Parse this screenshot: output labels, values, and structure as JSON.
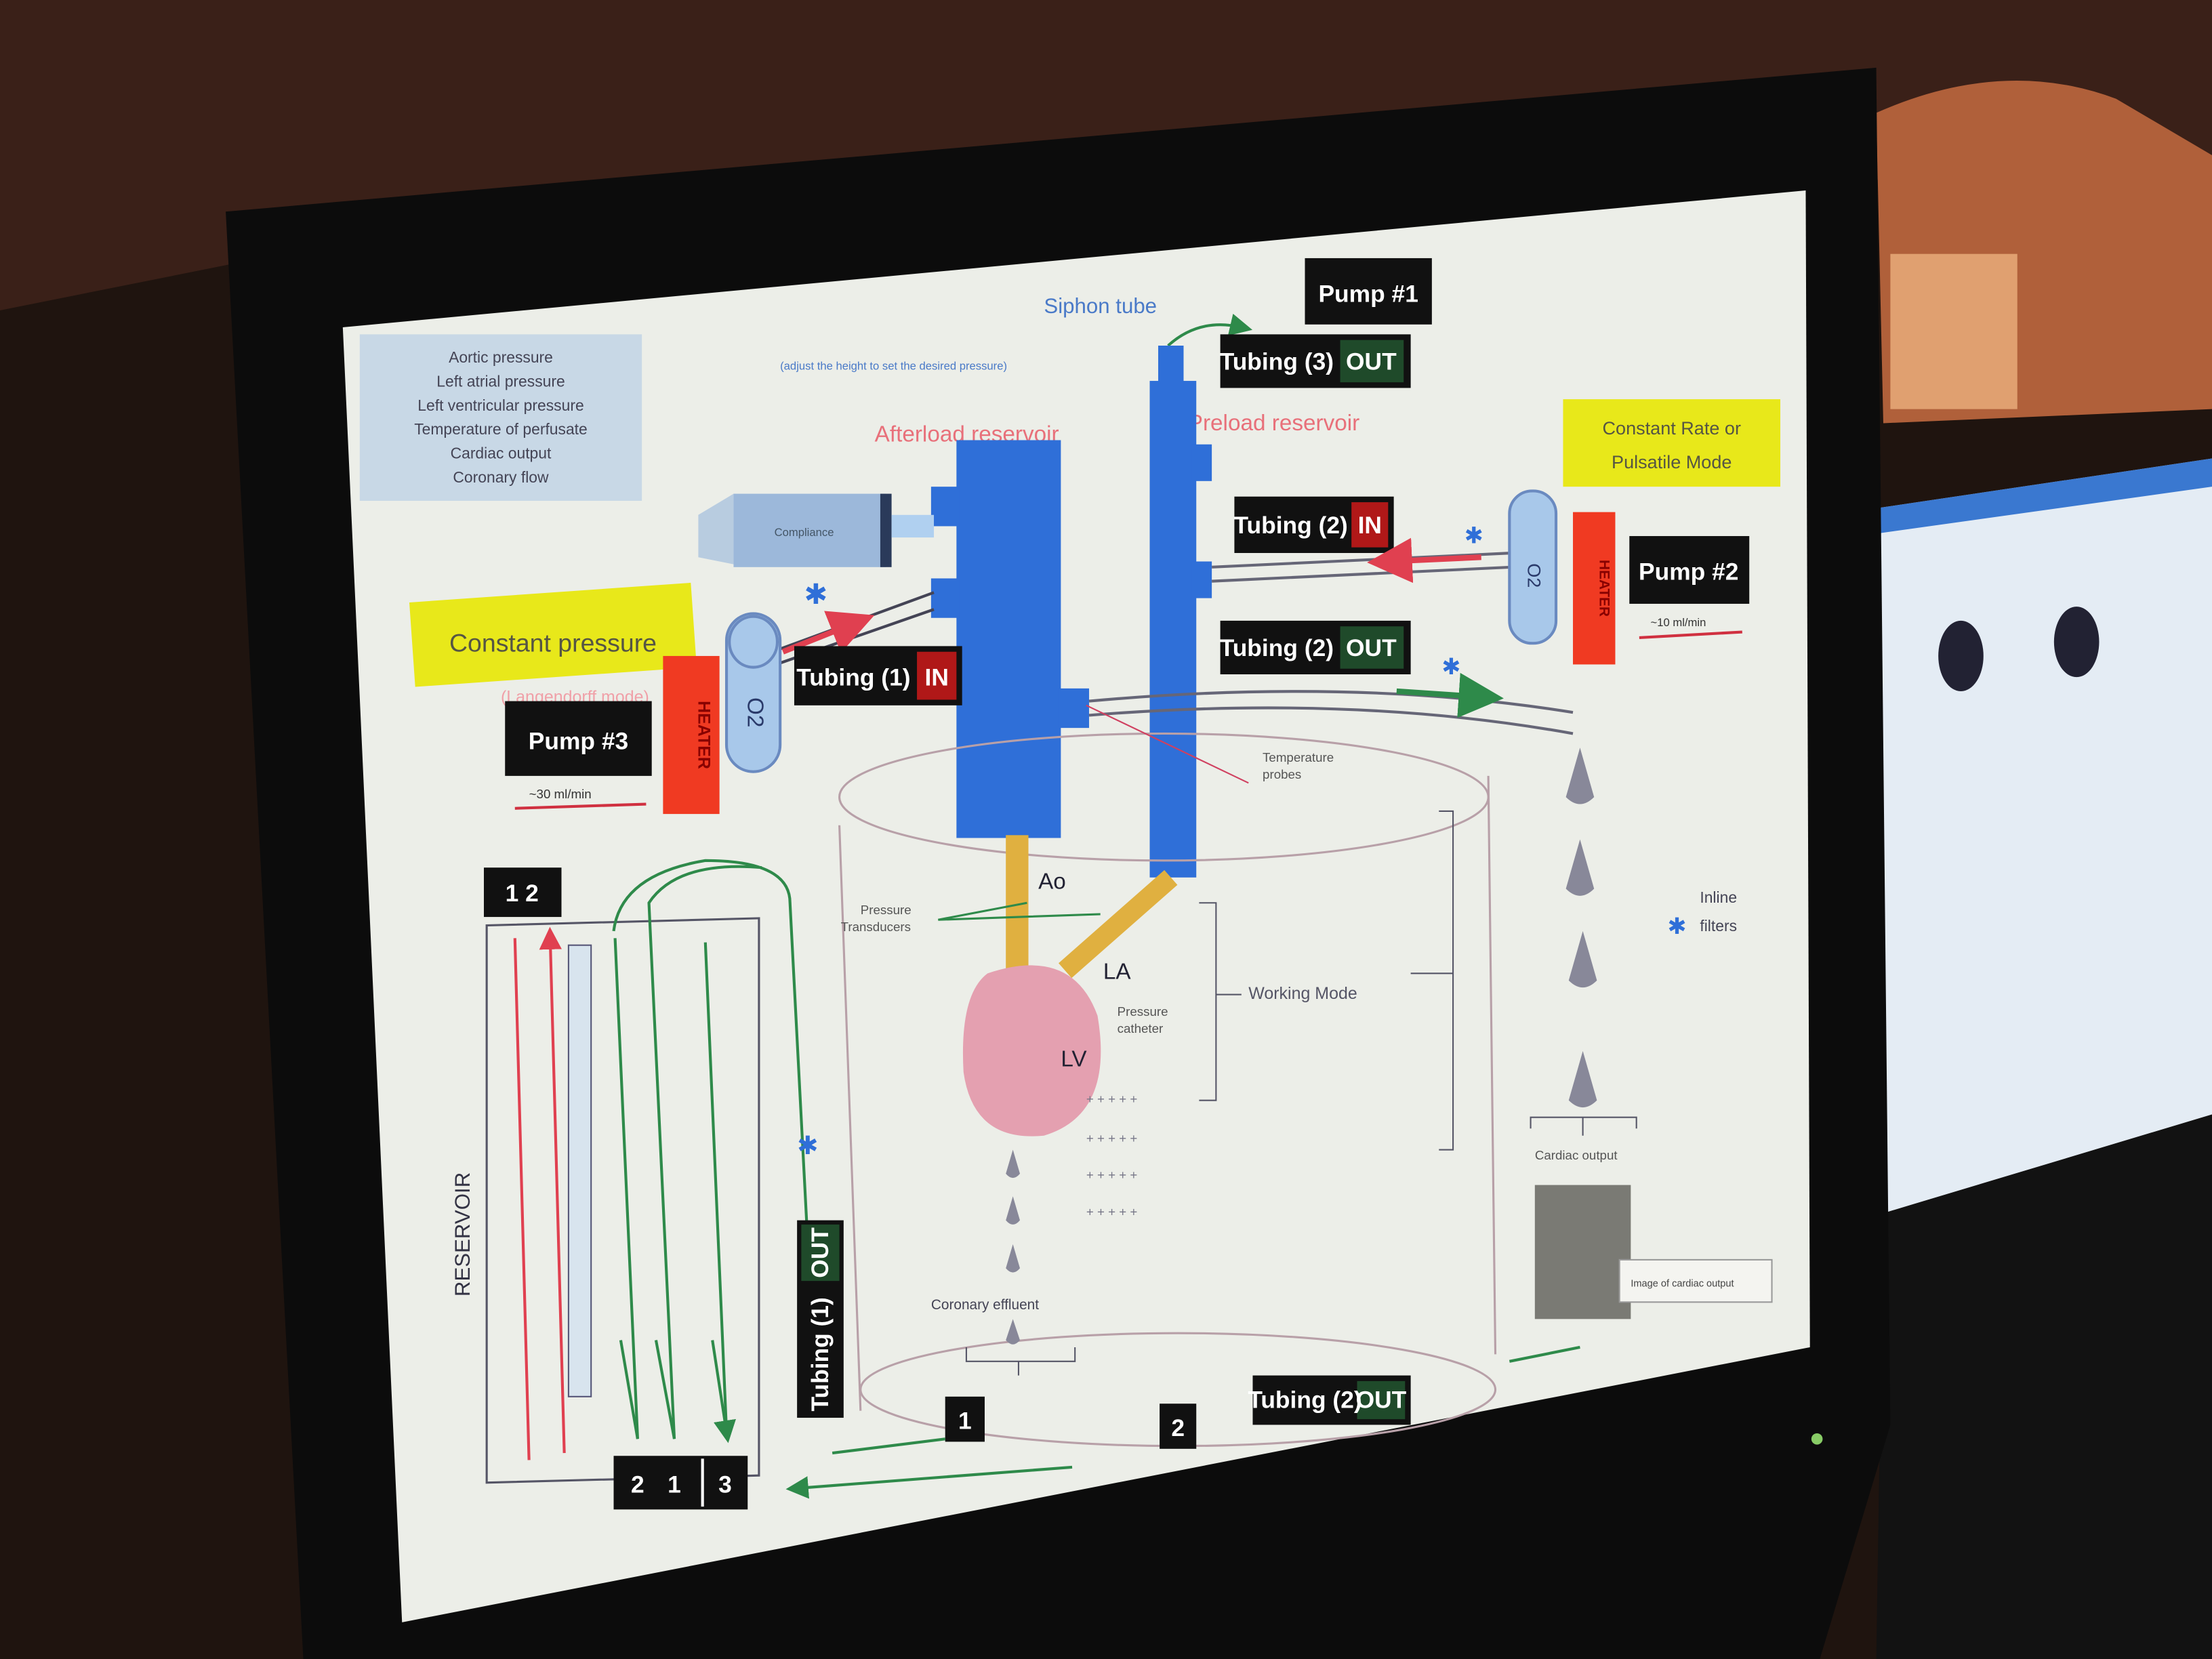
{
  "info_box": {
    "lines": [
      "Aortic pressure",
      "Left atrial pressure",
      "Left ventricular pressure",
      "Temperature of perfusate",
      "Cardiac output",
      "Coronary flow"
    ]
  },
  "siphon": {
    "title": "Siphon tube",
    "note": "(adjust the height to set the desired pressure)"
  },
  "reservoirs": {
    "afterload": "Afterload reservoir",
    "preload": "Preload reservoir"
  },
  "pumps": {
    "pump1": "Pump #1",
    "pump2": "Pump #2",
    "pump3": "Pump #3",
    "pump2_rate": "~10 ml/min",
    "pump3_rate": "~30 ml/min"
  },
  "tubing": {
    "t3_out": {
      "name": "Tubing (3)",
      "dir": "OUT"
    },
    "t2_in": {
      "name": "Tubing (2)",
      "dir": "IN"
    },
    "t2_out": {
      "name": "Tubing (2)",
      "dir": "OUT"
    },
    "t1_in": {
      "name": "Tubing (1)",
      "dir": "IN"
    },
    "t1_out_vertical": {
      "name": "Tubing (1)",
      "dir": "OUT"
    },
    "t2_out_bottom": {
      "name": "Tubing (2)",
      "dir": "OUT"
    }
  },
  "modes": {
    "constant_pressure": "Constant pressure",
    "langendorff": "(Langendorff mode)",
    "constant_rate": "Constant Rate or",
    "pulsatile": "Pulsatile Mode",
    "working": "Working Mode"
  },
  "heater": "HEATER",
  "oxygenator": "O2",
  "syringe_label": "Compliance",
  "heart": {
    "ao": "Ao",
    "la": "LA",
    "lv": "LV"
  },
  "labels": {
    "pressure_transducers_1": "Pressure",
    "pressure_transducers_2": "Transducers",
    "pressure_catheter_1": "Pressure",
    "pressure_catheter_2": "catheter",
    "temperature_probes_1": "Temperature",
    "temperature_probes_2": "probes",
    "cardiac_output": "Cardiac output",
    "coronary_effluent": "Coronary effluent",
    "inline_filters_1": "Inline",
    "inline_filters_2": "filters",
    "image_caption": "Image of cardiac output",
    "reservoir": "RESERVOIR"
  },
  "numbers": {
    "top_left": "1 2",
    "bottom": [
      "2",
      "1",
      "3"
    ],
    "drain1": "1",
    "drain2": "2"
  },
  "colors": {
    "pump_bg": "#111111",
    "column_blue": "#2f6fd8",
    "heater_red": "#f03a22",
    "mode_yellow": "#e8e81a",
    "in_red": "#b01818",
    "out_green": "#1f4a2a"
  }
}
